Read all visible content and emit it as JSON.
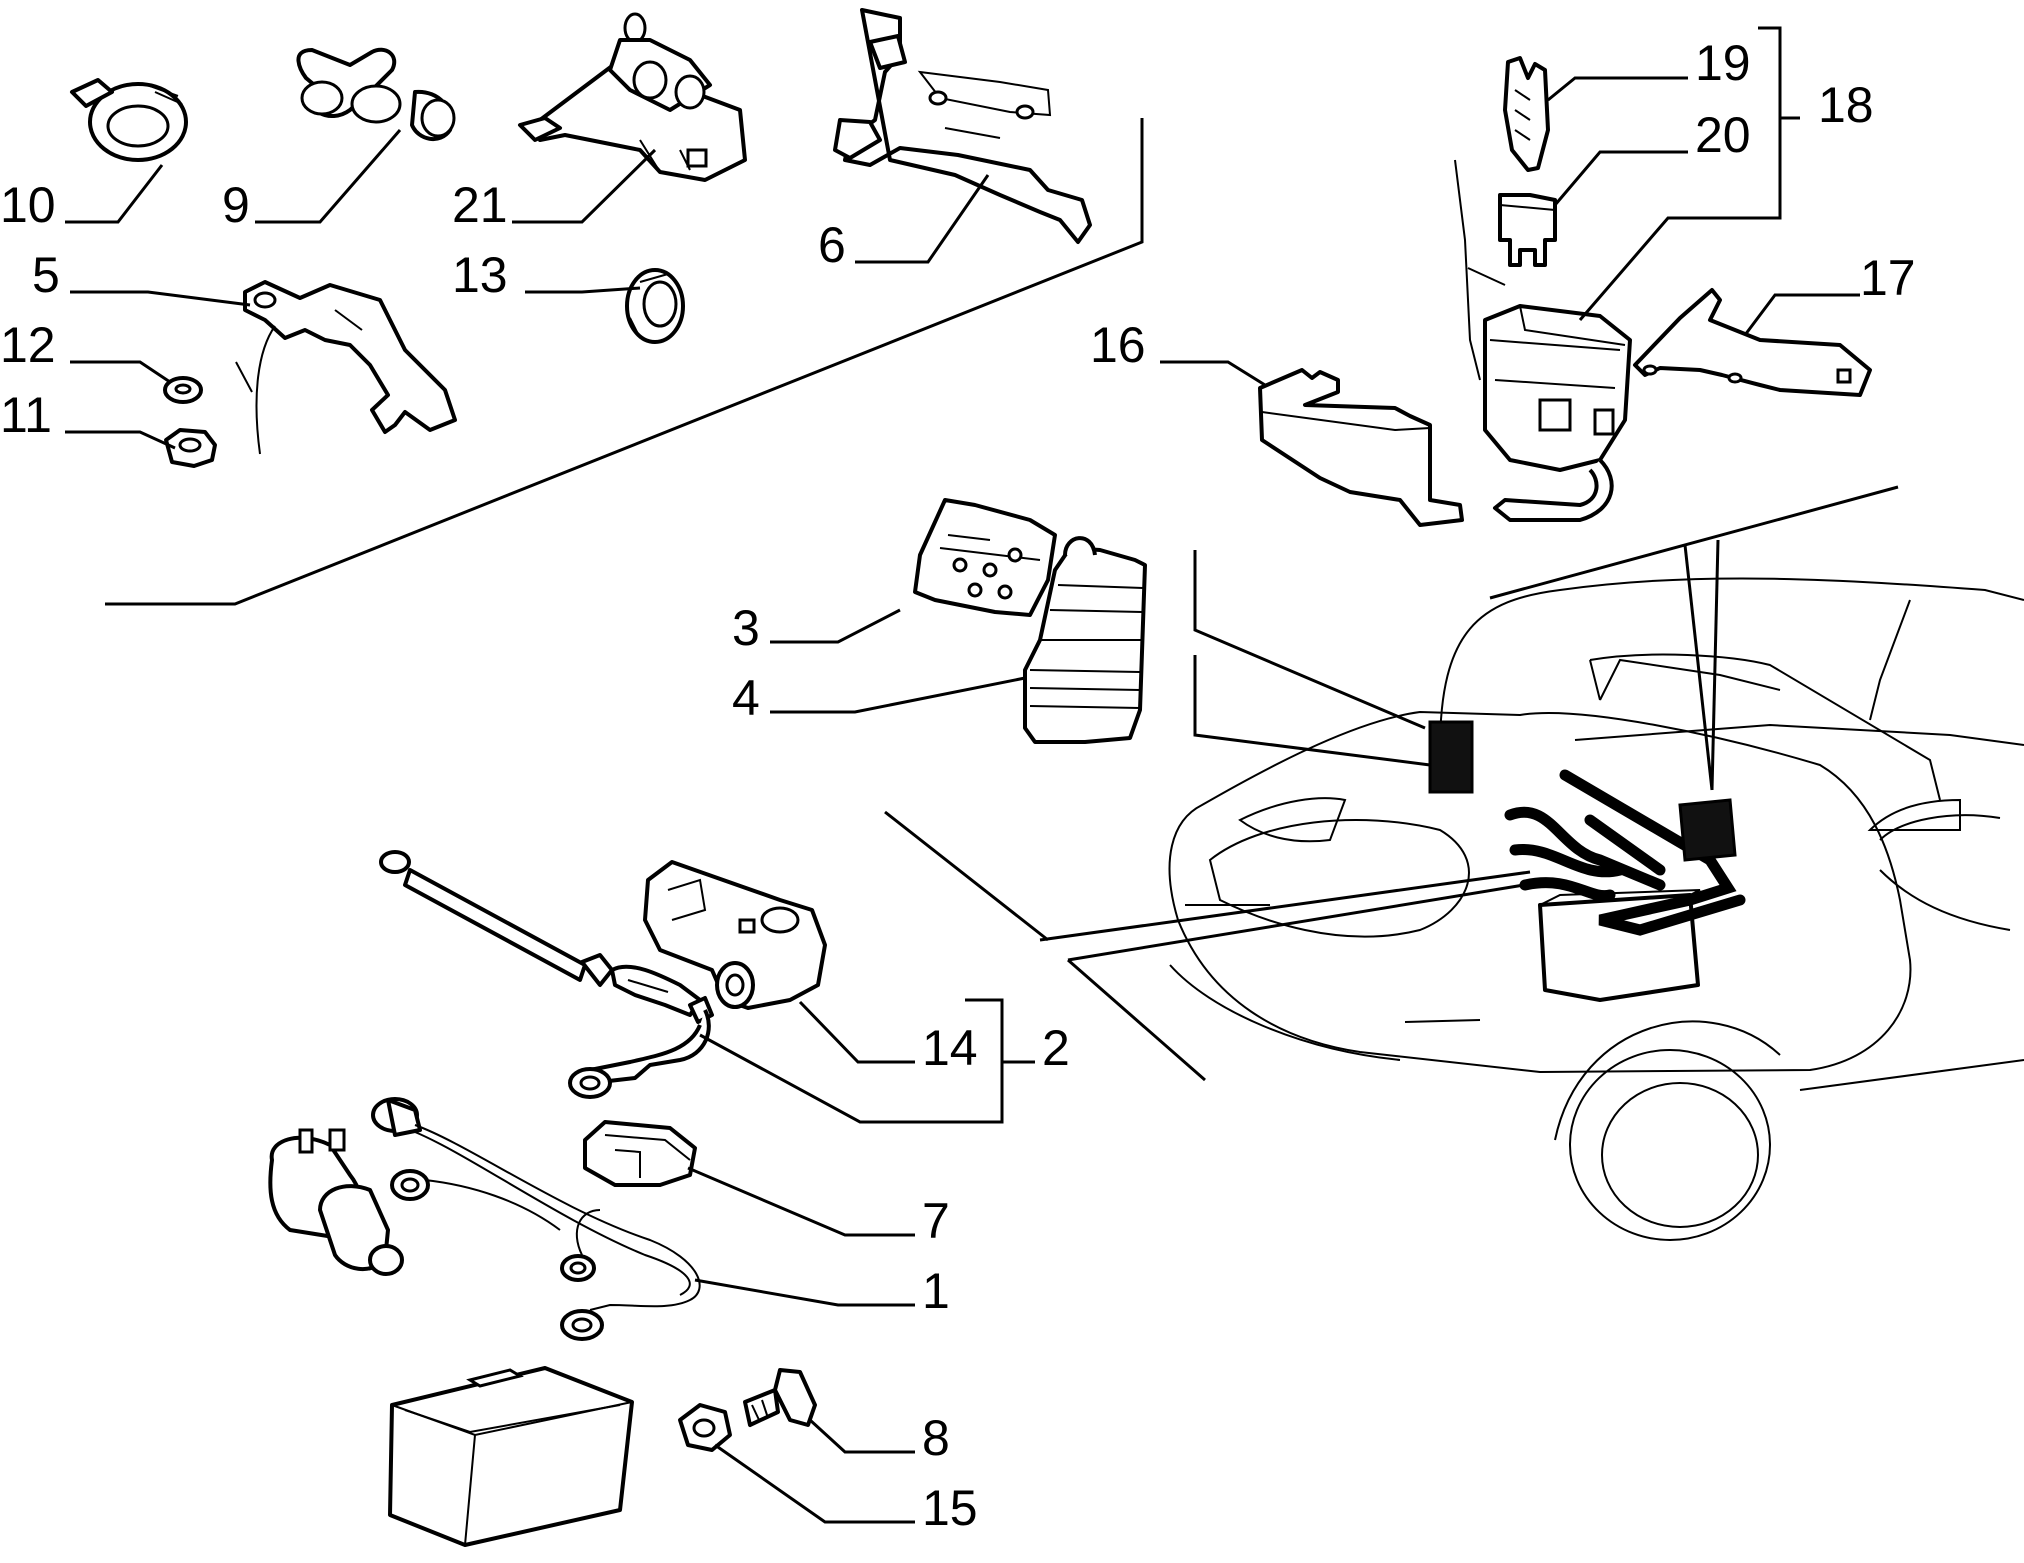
{
  "diagram": {
    "callouts": [
      {
        "id": "c10",
        "label": "10"
      },
      {
        "id": "c9",
        "label": "9"
      },
      {
        "id": "c21",
        "label": "21"
      },
      {
        "id": "c6",
        "label": "6"
      },
      {
        "id": "c5",
        "label": "5"
      },
      {
        "id": "c12",
        "label": "12"
      },
      {
        "id": "c11",
        "label": "11"
      },
      {
        "id": "c13",
        "label": "13"
      },
      {
        "id": "c19",
        "label": "19"
      },
      {
        "id": "c20",
        "label": "20"
      },
      {
        "id": "c18",
        "label": "18"
      },
      {
        "id": "c17",
        "label": "17"
      },
      {
        "id": "c16",
        "label": "16"
      },
      {
        "id": "c3",
        "label": "3"
      },
      {
        "id": "c4",
        "label": "4"
      },
      {
        "id": "c14",
        "label": "14"
      },
      {
        "id": "c2",
        "label": "2"
      },
      {
        "id": "c7",
        "label": "7"
      },
      {
        "id": "c1",
        "label": "1"
      },
      {
        "id": "c8",
        "label": "8"
      },
      {
        "id": "c15",
        "label": "15"
      }
    ]
  }
}
